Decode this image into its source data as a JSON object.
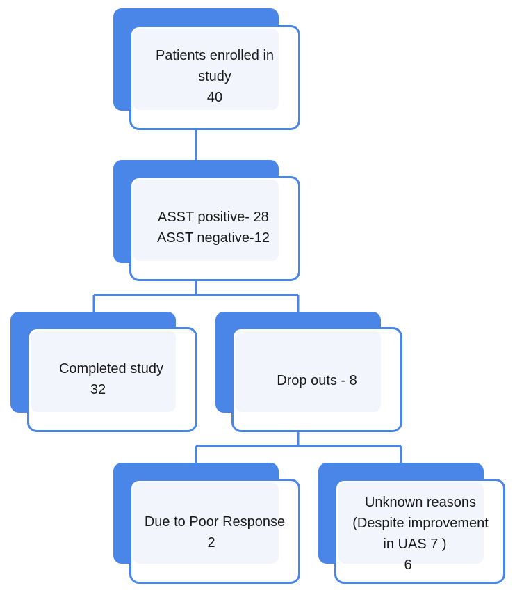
{
  "colors": {
    "accent": "#4a86e8",
    "card_fill": "#f2f6fc",
    "connector": "#4a86e8"
  },
  "nodes": {
    "enrolled": {
      "label_line1": "Patients enrolled in",
      "label_line2": "study",
      "count": "40"
    },
    "asst": {
      "positive": "ASST positive- 28",
      "negative": "ASST negative-12"
    },
    "completed": {
      "label": "Completed study",
      "count": "32"
    },
    "dropouts": {
      "label": "Drop outs - 8"
    },
    "poor_response": {
      "label": "Due to Poor Response",
      "count": "2"
    },
    "unknown": {
      "label_line1": "Unknown reasons",
      "label_line2": "(Despite improvement",
      "label_line3": "in UAS 7 )",
      "count": "6"
    }
  }
}
